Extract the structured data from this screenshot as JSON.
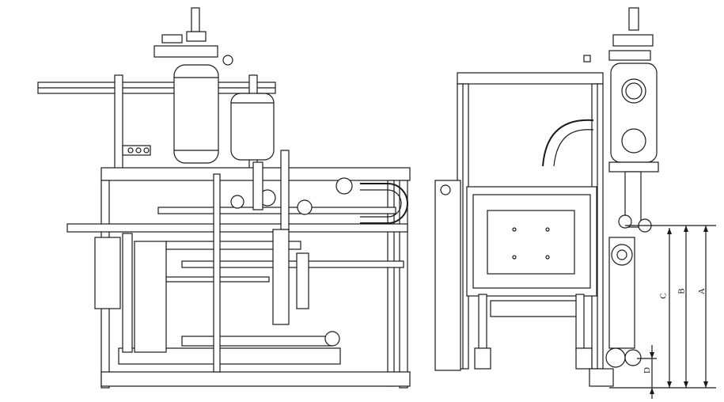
{
  "drawing": {
    "dimensions": {
      "A": "A",
      "B": "B",
      "C": "C",
      "D": "D"
    },
    "line_color": "#1a1a1a"
  }
}
